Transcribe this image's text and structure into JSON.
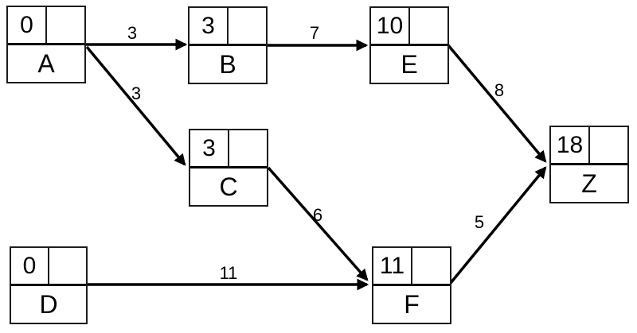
{
  "diagram": {
    "kind": "activity-network",
    "background_color": "#ffffff",
    "line_color": "#000000",
    "nodes": [
      {
        "id": "A",
        "label": "A",
        "earliest_time": "0"
      },
      {
        "id": "B",
        "label": "B",
        "earliest_time": "3"
      },
      {
        "id": "C",
        "label": "C",
        "earliest_time": "3"
      },
      {
        "id": "D",
        "label": "D",
        "earliest_time": "0"
      },
      {
        "id": "E",
        "label": "E",
        "earliest_time": "10"
      },
      {
        "id": "F",
        "label": "F",
        "earliest_time": "11"
      },
      {
        "id": "Z",
        "label": "Z",
        "earliest_time": "18"
      }
    ],
    "edges": [
      {
        "from": "A",
        "to": "B",
        "weight": "3"
      },
      {
        "from": "A",
        "to": "C",
        "weight": "3"
      },
      {
        "from": "B",
        "to": "E",
        "weight": "7"
      },
      {
        "from": "E",
        "to": "Z",
        "weight": "8"
      },
      {
        "from": "C",
        "to": "F",
        "weight": "6"
      },
      {
        "from": "D",
        "to": "F",
        "weight": "11"
      },
      {
        "from": "F",
        "to": "Z",
        "weight": "5"
      }
    ]
  }
}
